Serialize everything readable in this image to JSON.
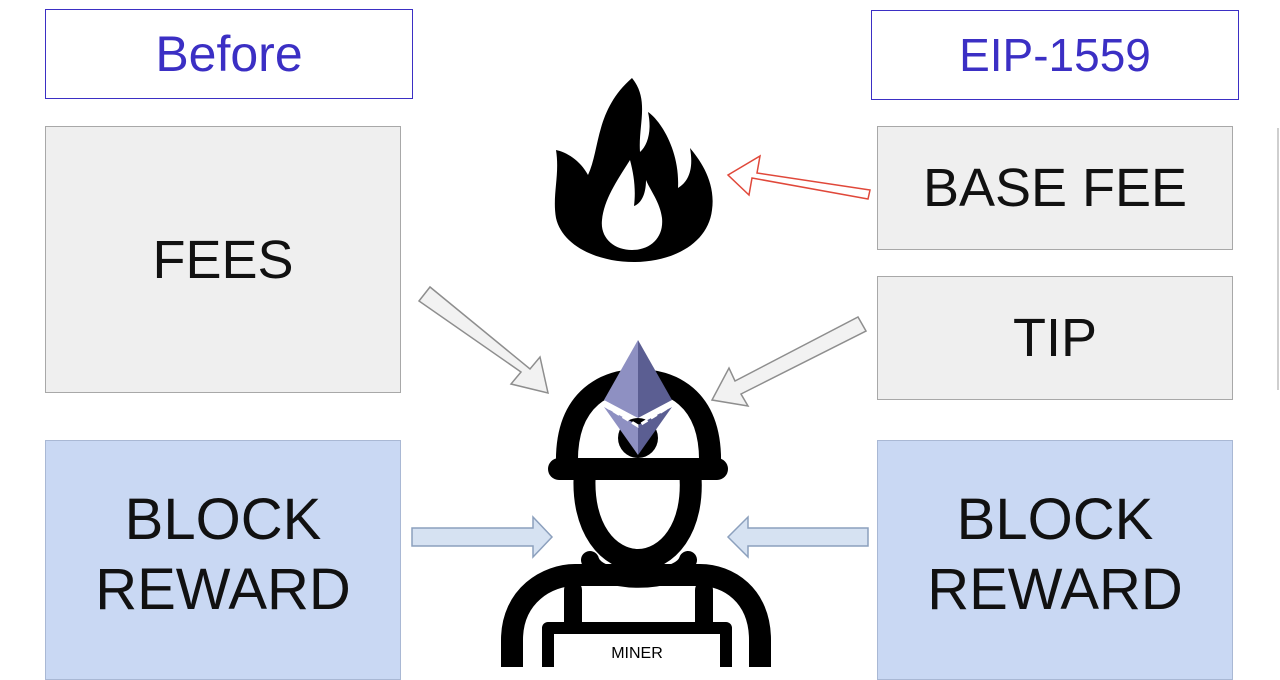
{
  "headers": {
    "before": "Before",
    "eip": "EIP-1559"
  },
  "left_panel": {
    "fees": "FEES",
    "block_reward_line1": "BLOCK",
    "block_reward_line2": "REWARD"
  },
  "right_panel": {
    "base_fee": "BASE FEE",
    "tip": "TIP",
    "block_reward_line1": "BLOCK",
    "block_reward_line2": "REWARD"
  },
  "miner": {
    "label": "MINER"
  },
  "colors": {
    "header_accent": "#3b2fc4",
    "gray_box": "#efefef",
    "blue_box": "#c9d8f3",
    "burn_arrow": "#e0483a",
    "eth_logo": "#6a6d9e"
  }
}
